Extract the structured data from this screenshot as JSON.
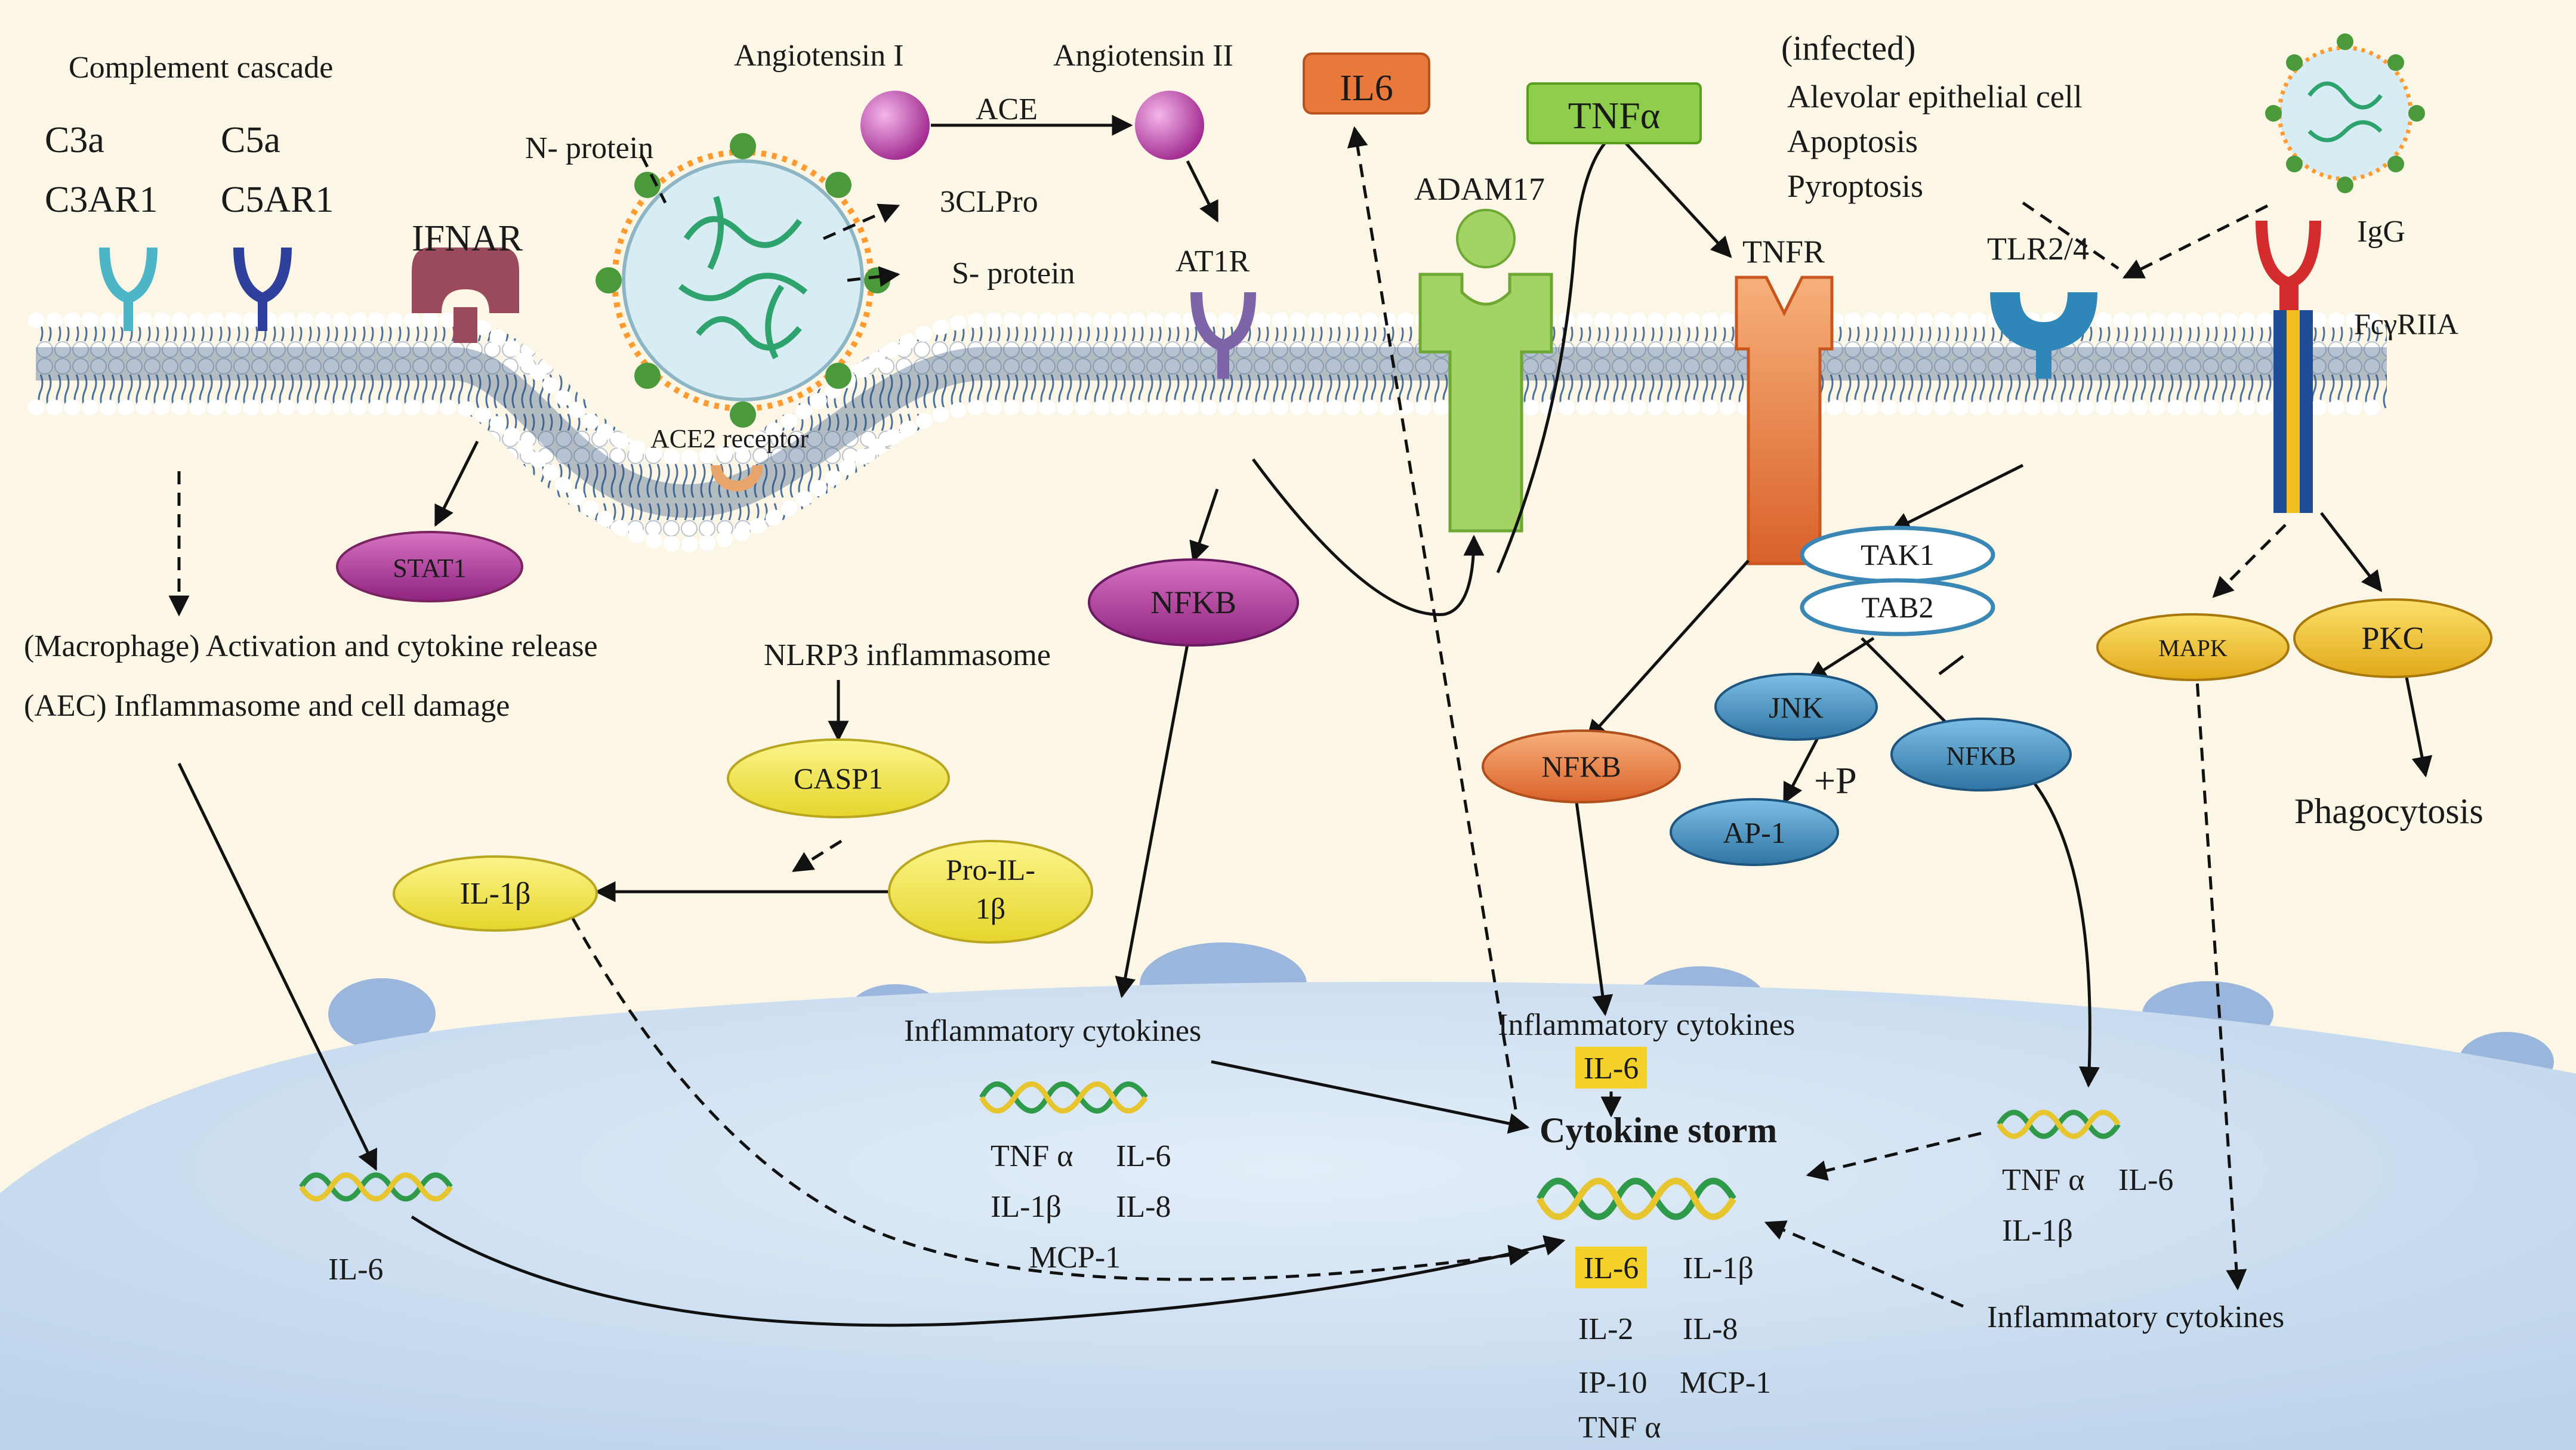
{
  "colors": {
    "background": "#fbf6e6",
    "membrane": "#e4eaf2",
    "nucleus": "#cfdff0",
    "nfkb_purple": "#a8338c",
    "nfkb_orange": "#e5793c",
    "blue_node": "#3a87b6",
    "yellow_node": "#f2e84b",
    "tnfa_green": "#8fce4c",
    "il6_orange": "#e8793b",
    "highlight": "#f3d128"
  },
  "labels": {
    "complement_cascade": "Complement cascade",
    "c3a": "C3a",
    "c3ar1": "C3AR1",
    "c5a": "C5a",
    "c5ar1": "C5AR1",
    "ifnar": "IFNAR",
    "n_protein": "N- protein",
    "angiotensin_i": "Angiotensin I",
    "angiotensin_ii": "Angiotensin II",
    "ace": "ACE",
    "three_cl_pro": "3CLPro",
    "s_protein": "S- protein",
    "at1r": "AT1R",
    "ace2_receptor": "ACE2 receptor",
    "il6_box": "IL6",
    "tnfa_box": "TNFα",
    "adam17": "ADAM17",
    "tnfr": "TNFR",
    "infected_1": "(infected)",
    "infected_2": "Alevolar epithelial cell",
    "infected_3": "Apoptosis",
    "infected_4": "Pyroptosis",
    "tlr24": "TLR2/4",
    "igg": "IgG",
    "fcyriia": "FcγRIIA",
    "stat1": "STAT1",
    "macrophage_line": "(Macrophage) Activation and cytokine release",
    "aec_line": "(AEC) Inflammasome and cell damage",
    "nlrp3": "NLRP3 inflammasome",
    "nfkb_purple": "NFKB",
    "casp1": "CASP1",
    "pro_il1b_1": "Pro-IL-",
    "pro_il1b_2": "1β",
    "il1b_node": "IL-1β",
    "nfkb_orange": "NFKB",
    "tak1": "TAK1",
    "tab2": "TAB2",
    "jnk": "JNK",
    "plus_p": "+P",
    "ap1": "AP-1",
    "nfkb_blue": "NFKB",
    "mapk": "MAPK",
    "pkc": "PKC",
    "phagocytosis": "Phagocytosis",
    "infl_cyto_left": "Inflammatory cytokines",
    "infl_cyto_center": "Inflammatory cytokines",
    "il6_center_top": "IL-6",
    "cytokine_storm": "Cytokine storm",
    "left_il6": "IL-6",
    "mid_tnfa": "TNF α",
    "mid_il6": "IL-6",
    "mid_il1b": "IL-1β",
    "mid_il8": "IL-8",
    "mid_mcp1": "MCP-1",
    "storm_il6": "IL-6",
    "storm_il1b": "IL-1β",
    "storm_il2": "IL-2",
    "storm_il8": "IL-8",
    "storm_ip10": "IP-10",
    "storm_mcp1": "MCP-1",
    "storm_tnfa": "TNF α",
    "right_tnfa": "TNF α",
    "right_il6": "IL-6",
    "right_il1b": "IL-1β",
    "infl_cyto_right": "Inflammatory  cytokines"
  }
}
